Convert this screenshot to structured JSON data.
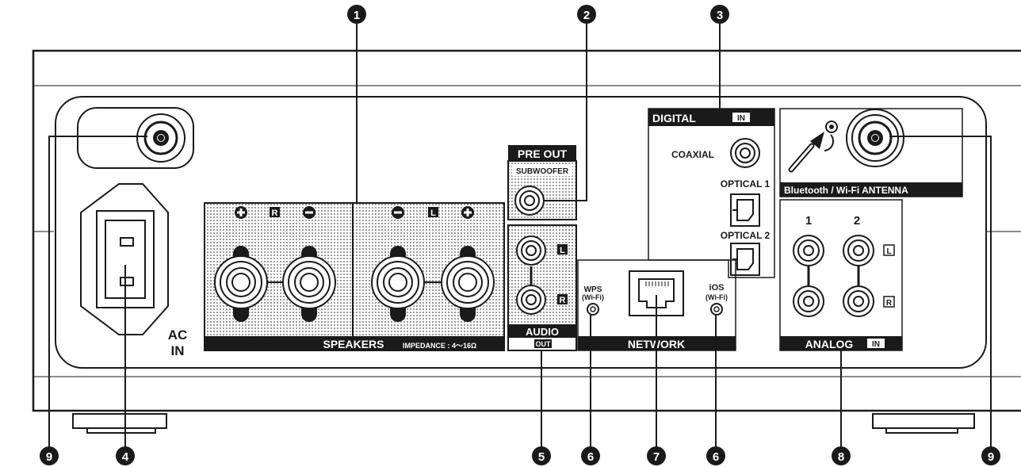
{
  "callouts": {
    "n1": "1",
    "n2": "2",
    "n3": "3",
    "n4": "4",
    "n5": "5",
    "n6": "6",
    "n7": "7",
    "n8": "8",
    "n9": "9"
  },
  "panel": {
    "speakers": "SPEAKERS",
    "impedance": "IMPEDANCE : 4～16Ω",
    "speaker_r": "R",
    "speaker_l": "L",
    "pre_out": "PRE OUT",
    "subwoofer": "SUBWOOFER",
    "audio": "AUDIO",
    "audio_out": "OUT",
    "audio_l": "L",
    "audio_r": "R",
    "ac": "AC",
    "in": "IN",
    "digital": "DIGITAL",
    "digital_in": "IN",
    "coaxial": "COAXIAL",
    "optical1": "OPTICAL 1",
    "optical2": "OPTICAL 2",
    "network": "NETWORK",
    "wps": "WPS",
    "wps_sub": "(Wi-Fi)",
    "ios": "iOS",
    "ios_sub": "(Wi-Fi)",
    "antenna": "Bluetooth / Wi-Fi ANTENNA",
    "analog": "ANALOG",
    "analog_in": "IN",
    "analog_1": "1",
    "analog_2": "2",
    "analog_l": "L",
    "analog_r": "R"
  },
  "colors": {
    "ink": "#1a1a1a",
    "dot_fill": "#d9d9d9",
    "panel_bg": "#ffffff"
  }
}
